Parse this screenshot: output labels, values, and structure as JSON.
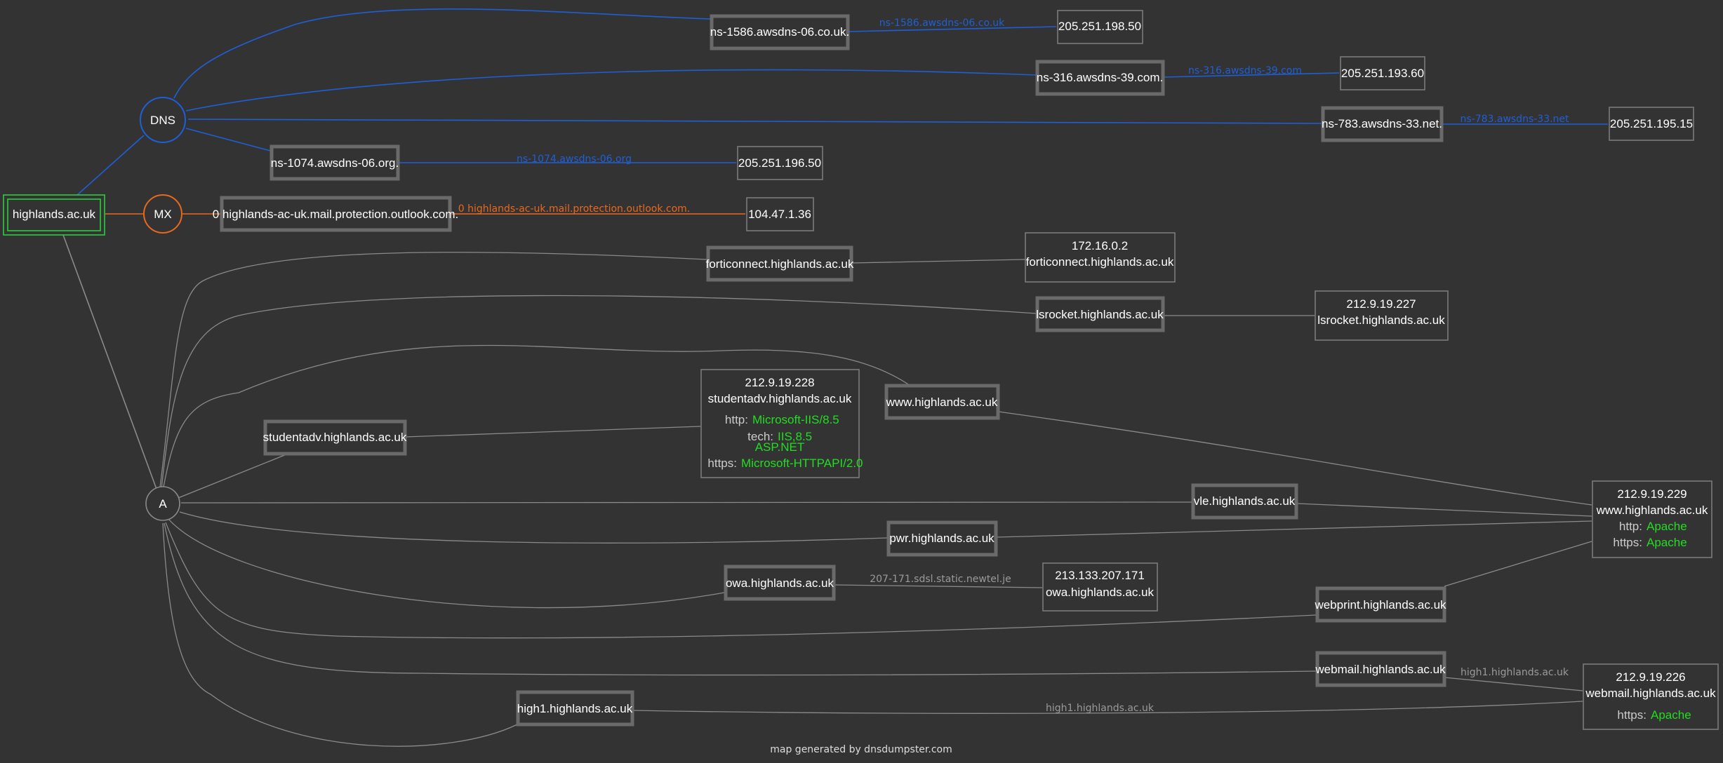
{
  "colors": {
    "background": "#333333",
    "dns": "#1f5fd6",
    "mx": "#e8691e",
    "a": "#8a8a8a",
    "root": "#2ecc40",
    "box": "#6a6a6a",
    "tech": "#22dd22"
  },
  "root": {
    "label": "highlands.ac.uk"
  },
  "categories": {
    "dns": "DNS",
    "mx": "MX",
    "a": "A"
  },
  "dns": [
    {
      "host": "ns-1586.awsdns-06.co.uk.",
      "edge": "ns-1586.awsdns-06.co.uk",
      "ip": "205.251.198.50"
    },
    {
      "host": "ns-316.awsdns-39.com.",
      "edge": "ns-316.awsdns-39.com",
      "ip": "205.251.193.60"
    },
    {
      "host": "ns-783.awsdns-33.net.",
      "edge": "ns-783.awsdns-33.net",
      "ip": "205.251.195.15"
    },
    {
      "host": "ns-1074.awsdns-06.org.",
      "edge": "ns-1074.awsdns-06.org",
      "ip": "205.251.196.50"
    }
  ],
  "mx": [
    {
      "host": "0 highlands-ac-uk.mail.protection.outlook.com.",
      "edge": "0 highlands-ac-uk.mail.protection.outlook.com.",
      "ip": "104.47.1.36"
    }
  ],
  "a_hosts": [
    "forticonnect.highlands.ac.uk",
    "lsrocket.highlands.ac.uk",
    "www.highlands.ac.uk",
    "studentadv.highlands.ac.uk",
    "vle.highlands.ac.uk",
    "pwr.highlands.ac.uk",
    "owa.highlands.ac.uk",
    "webprint.highlands.ac.uk",
    "webmail.highlands.ac.uk",
    "high1.highlands.ac.uk"
  ],
  "servers": {
    "forticonnect": {
      "ip": "172.16.0.2",
      "name": "forticonnect.highlands.ac.uk"
    },
    "lsrocket": {
      "ip": "212.9.19.227",
      "name": "lsrocket.highlands.ac.uk"
    },
    "studentadv": {
      "ip": "212.9.19.228",
      "name": "studentadv.highlands.ac.uk",
      "http_key": "http:",
      "http_val": "Microsoft-IIS/8.5",
      "tech_key": "tech:",
      "tech_val1": "IIS,8.5",
      "tech_val2": "ASP.NET",
      "https_key": "https:",
      "https_val": "Microsoft-HTTPAPI/2.0"
    },
    "www": {
      "ip": "212.9.19.229",
      "name": "www.highlands.ac.uk",
      "http_key": "http:",
      "http_val": "Apache",
      "https_key": "https:",
      "https_val": "Apache"
    },
    "owa": {
      "ip": "213.133.207.171",
      "name": "owa.highlands.ac.uk",
      "edge": "207-171.sdsl.static.newtel.je"
    },
    "webmail": {
      "ip": "212.9.19.226",
      "name": "webmail.highlands.ac.uk",
      "https_key": "https:",
      "https_val": "Apache",
      "edge_webmail": "high1.highlands.ac.uk",
      "edge_high1": "high1.highlands.ac.uk"
    }
  },
  "footer": "map generated by dnsdumpster.com"
}
